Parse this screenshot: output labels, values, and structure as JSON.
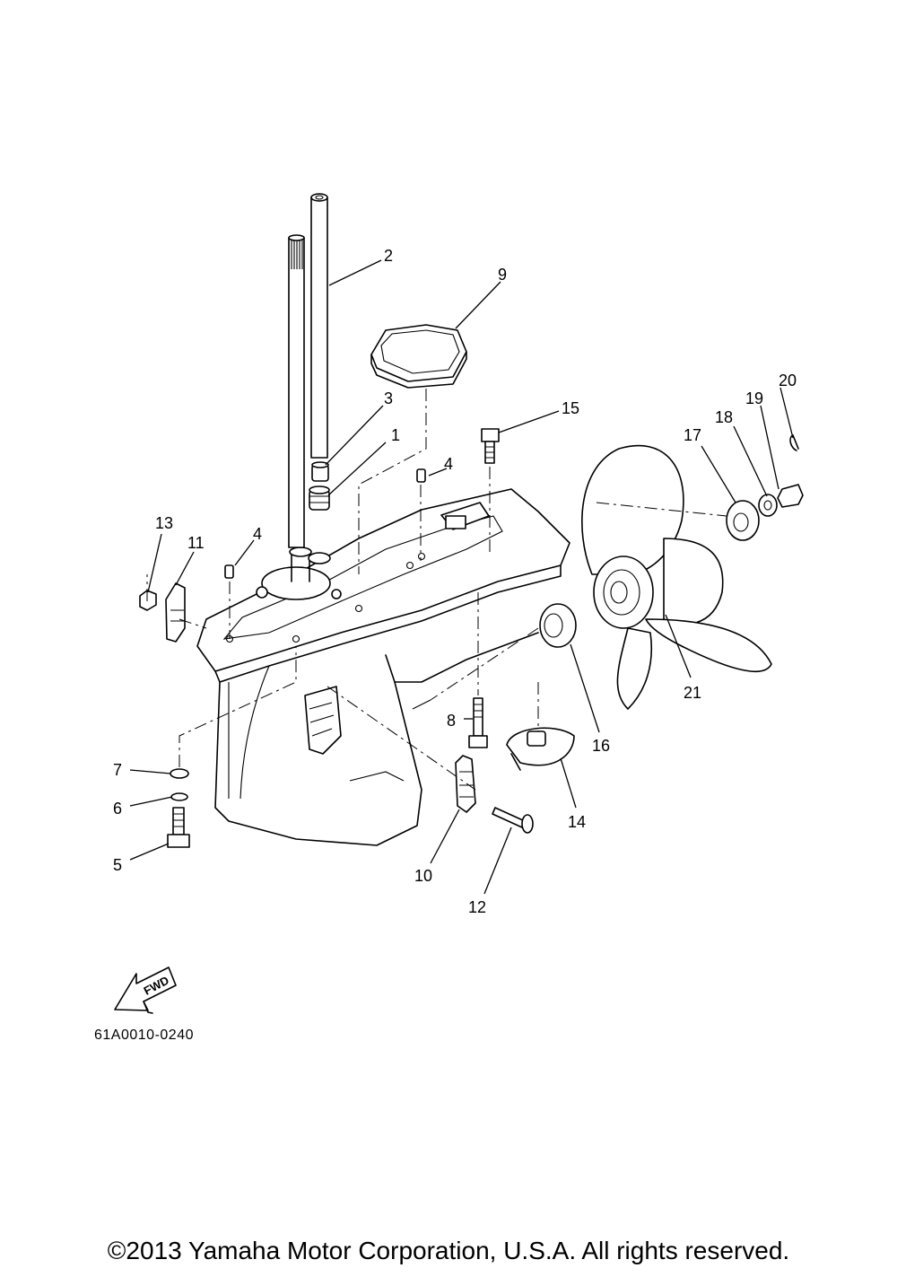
{
  "callouts": [
    {
      "number": "1"
    },
    {
      "number": "2"
    },
    {
      "number": "3"
    },
    {
      "number": "4"
    },
    {
      "number": "4"
    },
    {
      "number": "5"
    },
    {
      "number": "6"
    },
    {
      "number": "7"
    },
    {
      "number": "8"
    },
    {
      "number": "9"
    },
    {
      "number": "10"
    },
    {
      "number": "11"
    },
    {
      "number": "12"
    },
    {
      "number": "13"
    },
    {
      "number": "14"
    },
    {
      "number": "15"
    },
    {
      "number": "16"
    },
    {
      "number": "17"
    },
    {
      "number": "18"
    },
    {
      "number": "19"
    },
    {
      "number": "20"
    },
    {
      "number": "21"
    }
  ],
  "fwd_arrow_label": "FWD",
  "drawing_code": "61A0010-0240",
  "copyright": "©2013 Yamaha Motor Corporation, U.S.A. All rights reserved."
}
